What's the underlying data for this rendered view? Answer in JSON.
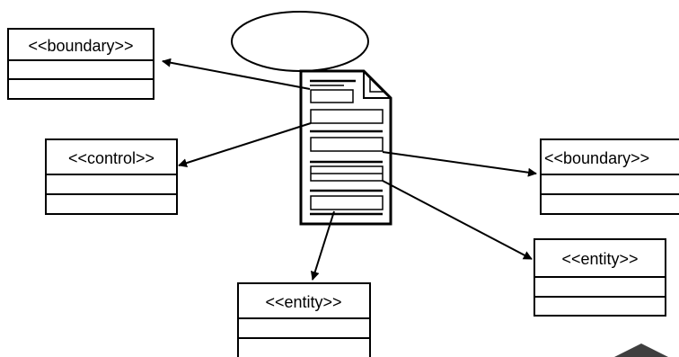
{
  "diagram": {
    "classes": [
      {
        "id": "boundary-left",
        "label": "<<boundary>>"
      },
      {
        "id": "control",
        "label": "<<control>>"
      },
      {
        "id": "boundary-right",
        "label": "<<boundary>>"
      },
      {
        "id": "entity-right",
        "label": "<<entity>>"
      },
      {
        "id": "entity-bottom",
        "label": "<<entity>>"
      }
    ],
    "colors": {
      "stroke": "#000000",
      "fill": "#ffffff",
      "corner_shape": "#3f3f3f"
    }
  }
}
